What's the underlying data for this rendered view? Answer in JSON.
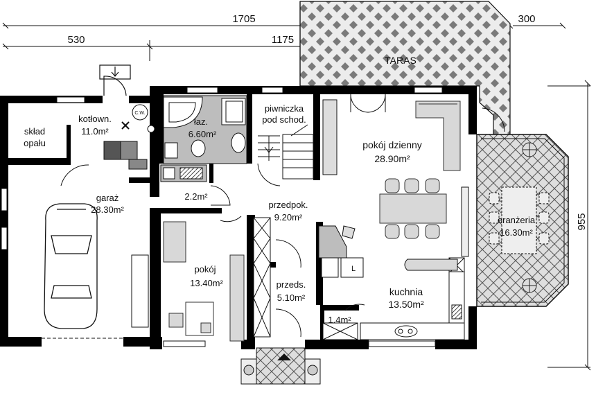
{
  "dimensions": {
    "total_width": "1705",
    "left_part": "530",
    "right_part": "1175",
    "terrace_extension": "300",
    "depth": "955"
  },
  "rooms": {
    "taras": {
      "name": "TARAS"
    },
    "sklad": {
      "name_line1": "skład",
      "name_line2": "opału"
    },
    "kotlownia": {
      "name": "kotłown.",
      "area": "11.0m²",
      "boiler_label": "C.W."
    },
    "lazienka": {
      "name": "łaz.",
      "area": "6.60m²"
    },
    "piwniczka": {
      "name_line1": "piwniczka",
      "name_line2": "pod schod."
    },
    "pokoj_dzienny": {
      "name": "pokój dzienny",
      "area": "28.90m²"
    },
    "garaz": {
      "name": "garaż",
      "area": "28.30m²"
    },
    "wc_small": {
      "area": "2.2m²"
    },
    "przedpokoj": {
      "name": "przedpok.",
      "area": "9.20m²"
    },
    "oranzeria": {
      "name": "oranżeria",
      "area": "16.30m²"
    },
    "pokoj": {
      "name": "pokój",
      "area": "13.40m²"
    },
    "przedsionek": {
      "name": "przeds.",
      "area": "5.10m²"
    },
    "kuchnia": {
      "name": "kuchnia",
      "area": "13.50m²"
    },
    "spizarnia": {
      "area": "1.4m²"
    },
    "lodowka": {
      "label": "L"
    }
  },
  "colors": {
    "wall": "#000000",
    "furniture_fill": "#d8d8d8",
    "furniture_stroke": "#333333",
    "terrace_fill": "#e6e6e6",
    "glass": "#bdbdbd"
  }
}
